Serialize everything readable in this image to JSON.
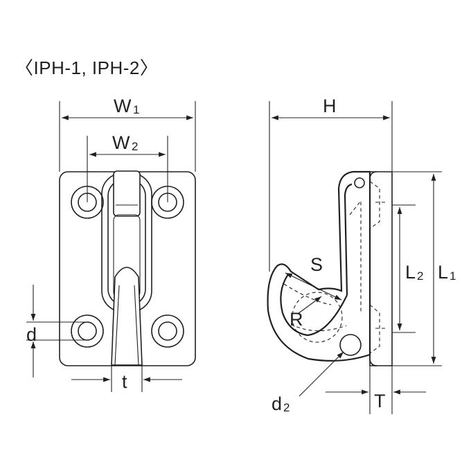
{
  "title": "〈IPH-1, IPH-2〉",
  "labels": {
    "w1_main": "W",
    "w1_sub": "1",
    "w2_main": "W",
    "w2_sub": "2",
    "d": "d",
    "t": "t",
    "h": "H",
    "s": "S",
    "r": "R",
    "l2_main": "L",
    "l2_sub": "2",
    "l1_main": "L",
    "l1_sub": "1",
    "d2_main": "d",
    "d2_sub": "2",
    "tt": "T"
  },
  "colors": {
    "line": "#231f20",
    "background": "#ffffff"
  }
}
